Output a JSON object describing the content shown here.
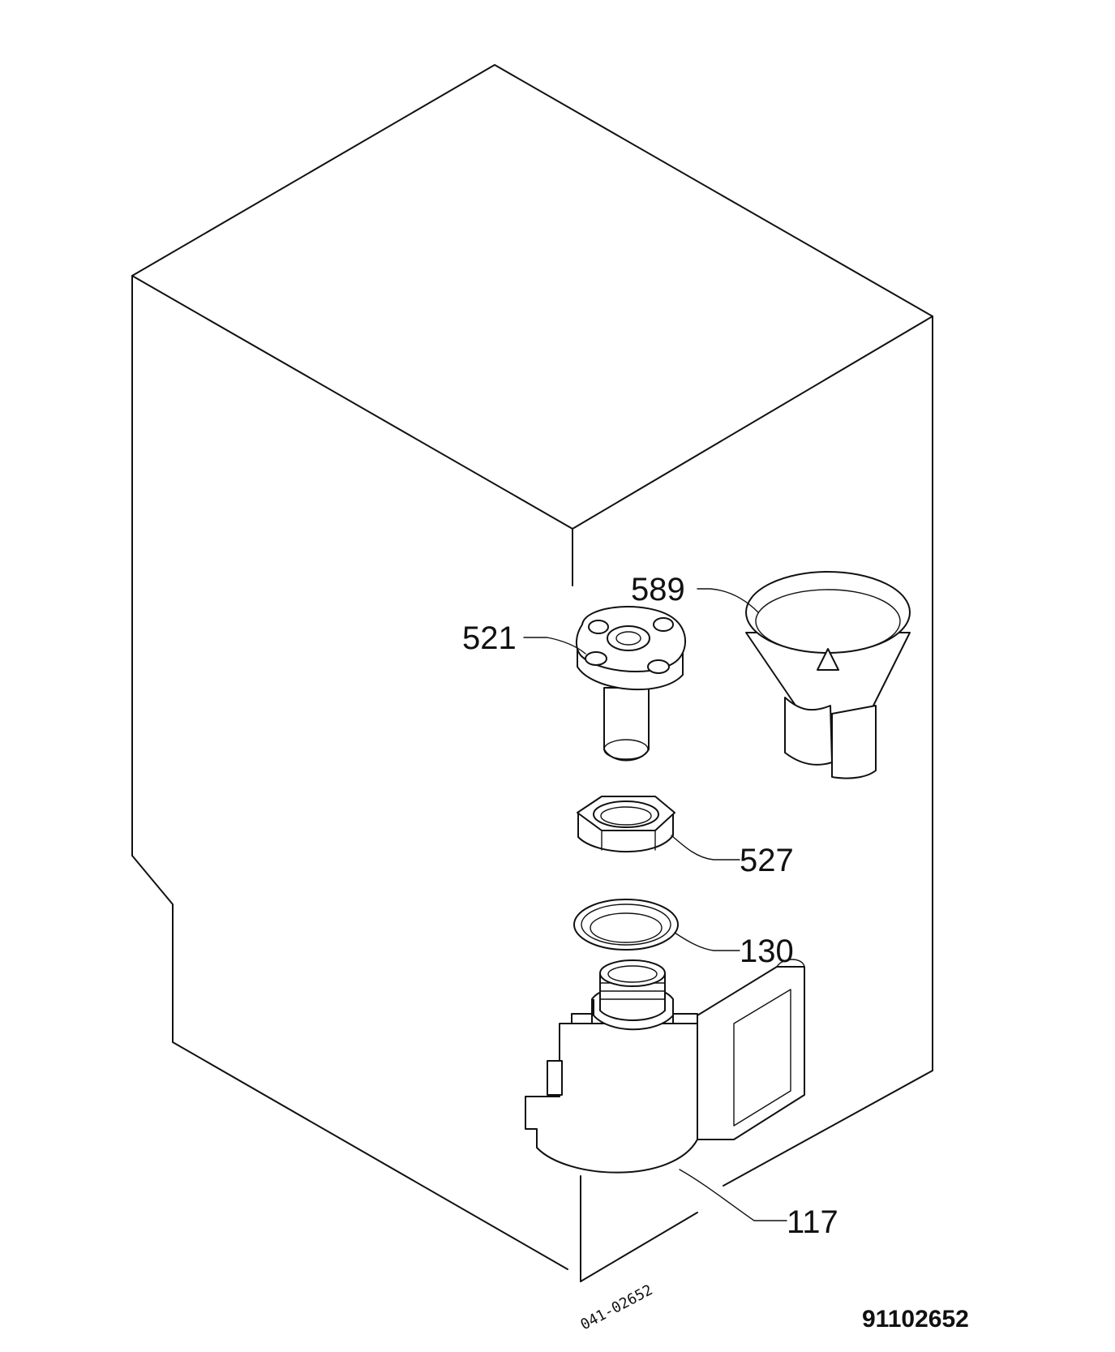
{
  "diagram": {
    "callouts": [
      {
        "id": "589",
        "label": "589"
      },
      {
        "id": "521",
        "label": "521"
      },
      {
        "id": "527",
        "label": "527"
      },
      {
        "id": "130",
        "label": "130"
      },
      {
        "id": "117",
        "label": "117"
      }
    ],
    "drawing_code": "041-02652",
    "document_number": "91102652"
  }
}
